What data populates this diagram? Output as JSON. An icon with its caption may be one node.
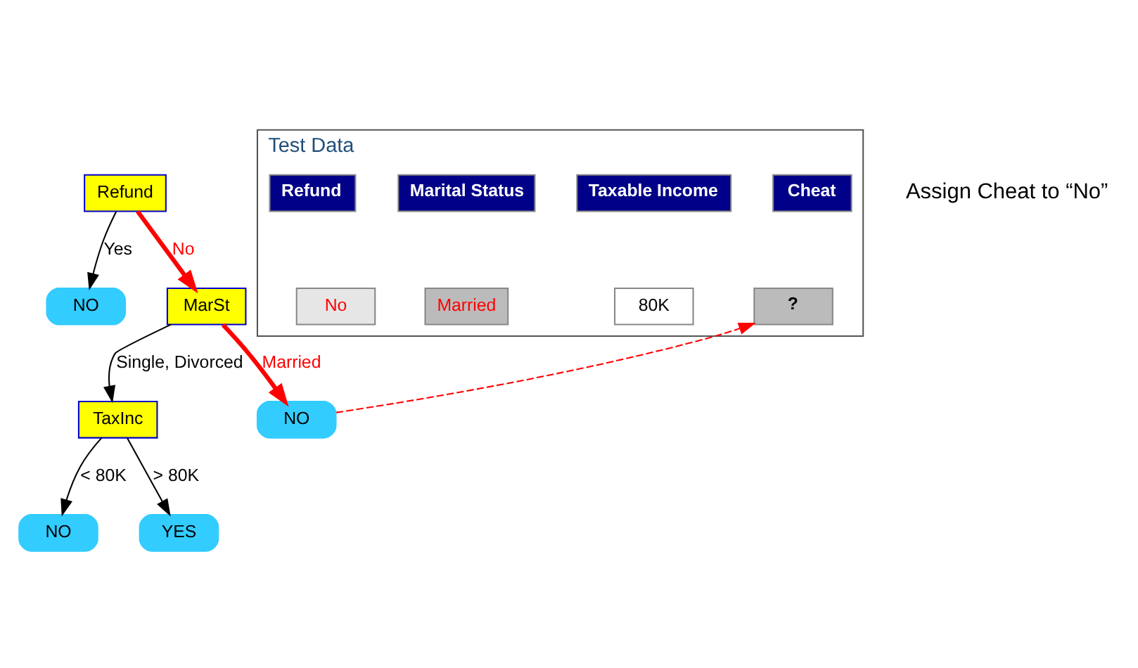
{
  "diagram": {
    "nodes": [
      {
        "text": [
          "Refund"
        ]
      },
      {
        "text": [
          "NO"
        ]
      },
      {
        "text": [
          "MarSt"
        ]
      },
      {
        "text": [
          "TaxInc"
        ]
      },
      {
        "text": [
          "NO"
        ]
      },
      {
        "text": [
          "NO"
        ]
      },
      {
        "text": [
          "YES"
        ]
      },
      {
        "text": [
          "Test Data"
        ]
      },
      {
        "text": [
          "Refund"
        ],
        "in": 7
      },
      {
        "text": [
          "Marital Status"
        ],
        "in": 7
      },
      {
        "text": [
          "Taxable Income"
        ],
        "in": 7
      },
      {
        "text": [
          "Cheat"
        ],
        "in": 7
      },
      {
        "text": [
          "No"
        ],
        "in": 7
      },
      {
        "text": [
          "Married"
        ],
        "in": 7
      },
      {
        "text": [
          "80K"
        ],
        "in": 7
      },
      {
        "text": [
          "?"
        ],
        "in": 7
      }
    ],
    "edges": [
      {
        "from": 0,
        "to": 1,
        "arrow": "to",
        "label": "Yes"
      },
      {
        "from": 0,
        "to": 2,
        "arrow": "to",
        "label": "No",
        "style": "thick",
        "color": "#ff0000"
      },
      {
        "from": 2,
        "to": 3,
        "arrow": "to",
        "label": "Single, Divorced"
      },
      {
        "from": 2,
        "to": 4,
        "arrow": "to",
        "label": "Married",
        "style": "thick",
        "color": "#ff0000"
      },
      {
        "from": 3,
        "to": 5,
        "arrow": "to",
        "label": "< 80K"
      },
      {
        "from": 3,
        "to": 6,
        "arrow": "to",
        "label": "> 80K"
      },
      {
        "from": 4,
        "to": 15,
        "arrow": "to",
        "style": "dashed",
        "color": "#ff0000"
      }
    ],
    "labels": [
      "Assign Cheat to “No”"
    ]
  }
}
